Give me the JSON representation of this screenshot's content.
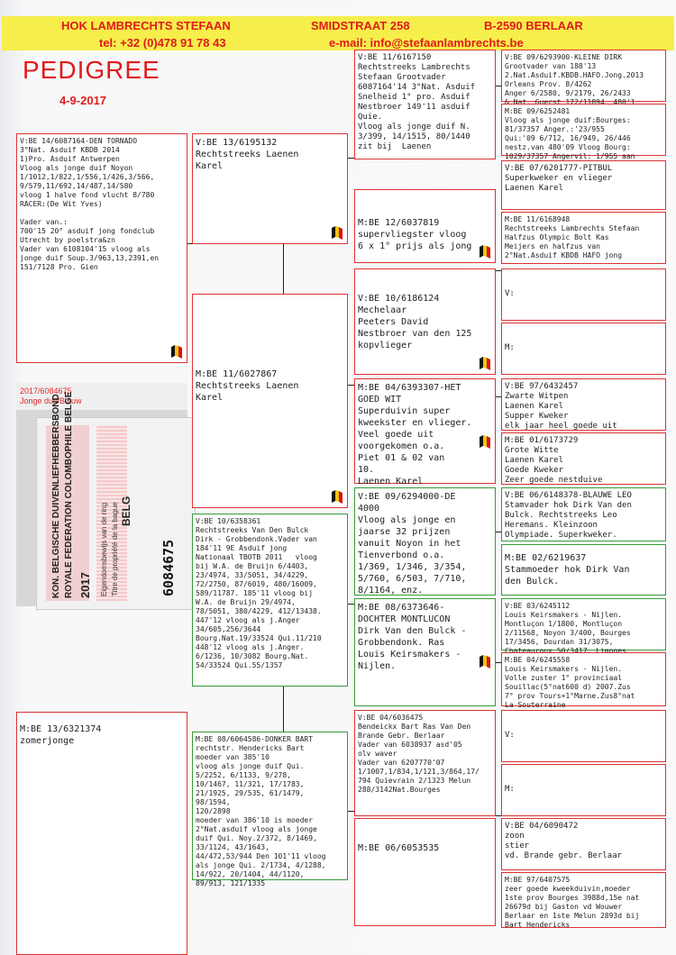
{
  "header": {
    "loft": "HOK LAMBRECHTS STEFAAN",
    "tel": "tel: +32 (0)478 91 78 43",
    "street": "SMIDSTRAAT 258",
    "city": "B-2590  BERLAAR",
    "email": "e-mail: info@stefaanlambrechts.be"
  },
  "title": "PEDIGREE",
  "date": "4-9-2017",
  "subject": {
    "text": "V:BE 14/6087164-DEN TORNADO\n3°Nat. Asduif KBDB 2014\n1)Pro. Asduif Antwerpen\nVloog als jonge duif Noyon\n1/1012,1/822,1/556,1/426,3/566,\n9/579,11/692,14/487,14/580\nvloog 1 halve fond vlucht 8/780\nRACER:(De Wit Yves)\n\nVader van.:\n700'15 20° asduif jong fondclub\nUtrecht by poelstra&zn\nVader van 6108104'15 vloog als\njonge duif Soup.3/963,13,2391,en\n151/7128 Pro. Gien"
  },
  "gen1": {
    "sire": "V:BE 13/6195132\nRechtstreeks Laenen\nKarel",
    "dam": "M:BE 13/6321374\nzomerjonge"
  },
  "gen2": {
    "ss": "M:BE 12/6037819\nsupervliegster vloog\n6 x 1° prijs als jong",
    "sd": "M:BE 11/6027867\nRechtstreeks Laenen\nKarel",
    "ds": "V:BE 10/6358361\nRechtstreeks Van Den Bulck\nDirk - Grobbendonk.Vader van\n184'11 9E Asduif jong\nNationaal TBOTB 2011   vloog\nbij W.A. de Bruijn 6/4403,\n23/4974, 33/5051, 34/4229,\n72/2750, 87/6019, 480/16009,\n589/11787. 185'11 vloog bij\nW.A. de Bruijn 29/4974,\n78/5051, 380/4229, 412/13438.\n447'12 vloog als j.Anger\n34/605,256/3644\nBourg.Nat.19/33524 Qui.11/210\n448'12 vloog als j.Anger.\n6/1236, 10/3082 Bourg.Nat.\n54/33524 Qui.55/1357",
    "dd": "M:BE 08/6064586-DONKER BART\nrechtstr. Hendericks Bart\nmoeder van 385'10\nvloog als jonge duif Qui.\n5/2252, 6/1133, 9/278,\n10/1467, 11/321, 17/1783,\n21/1925, 29/535, 61/1479,\n98/1594,\n120/2898\nmoeder van 386'10 is moeder\n2°Nat.asduif vloog als jonge\nduif Qui. Noy.2/372, 8/1469,\n33/1124, 43/1643,\n44/472,53/944 Den 101'11 vloog\nals jonge Qui. 2/1734, 4/1288,\n14/922, 20/1404, 44/1120,\n89/913, 121/1335"
  },
  "gen3": {
    "sss": "V:BE 11/6167150\nRechtstreeks Lambrechts\nStefaan Grootvader\n6087164'14 3°Nat. Asduif\nSnelheid 1° pro. Asduif\nNestbroer 149'11 asduif\nQuie.\nVloog als jonge duif N.\n3/399, 14/1515, 80/1440\nzit bij  Laenen",
    "ssd": "V:BE 10/6186124\nMechelaar\nPeeters David\nNestbroer van den 125\nkopvlieger",
    "sds": "M:BE 04/6393307-HET\nGOED WIT\nSuperduivin super\nkweekster en vlieger.\nVeel goede uit\nvoorgekomen o.a.\nPiet 01 & 02 van\n10.\nLaenen Karel",
    "sdd": "V:BE 09/6294000-DE\n4000\nVloog als jonge en\njaarse 32 prijzen\nvanuit Noyon in het\nTienverbond o.a.\n1/369, 1/346, 3/354,\n5/760, 6/503, 7/710,\n8/1164, enz.",
    "dss": "M:BE 08/6373646-\nDOCHTER MONTLUCON\nDirk Van den Bulck -\nGrobbendonk. Ras\nLouis Keirsmakers -\nNijlen.",
    "dsd": "V:BE 04/6036475\nBendeickx Bart Ras Van Den\nBrande Gebr. Berlaar\nVader van 6038937 asd'05\nolv waver\nVader van 6207770'07\n1/1007,1/834,1/121,3/864,17/\n794 Quievrain 2/1323 Melun\n288/3142Nat.Bourges",
    "dds": "M:BE 06/6053535"
  },
  "gen4": {
    "a": "V:BE 09/6293900-KLEINE DIRK\nGrootvader van 188'13\n2.Nat.Asduif.KBDB.HAFO.Jong.2013\nOrleans Prov. 8/4262\nAnger 6/2580, 9/2179, 26/2433\n& Nat. Guerst 172/11894, 480'1",
    "b": "M:BE 09/6252481\nVloog als jonge duif:Bourges:\n81/37357 Anger.:'23/955\nQui:'09 6/712, 16/949, 26/446\nnestz.van 480'09 Vloog Bourg:\n1029/37357 Angervil: 1/955 aan",
    "c": "V:BE 07/6201777-PITBUL\nSuperkweker en vlieger\nLaenen Karel",
    "d": "M:BE 11/6168948\nRechtstreeks Lambrechts Stefaan\nHalfzus Olympic Bolt Kas\nMeijers en halfzus van\n2°Nat.Asduif KBDB HAFO jong",
    "e": "V:",
    "f": "M:",
    "g": "V:BE 97/6432457\nZwarte Witpen\nLaenen Karel\nSupper Kweker\nelk jaar heel goede uit",
    "h": "M:BE 01/6173729\nGrote Witte\nLaenen Karel\nGoede Kweker\nZeer goede nestduive",
    "i": "V:BE 06/6148378-BLAUWE LEO\nStamvader hok Dirk Van den\nBulck. Rechtstreeks Leo\nHeremans. Kleinzoon\nOlympiade. Superkweker.",
    "j": "M:BE 02/6219637\nStammoeder hok Dirk Van\nden Bulck.",
    "k": "V:BE 03/6245112\nLouis Keirsmakers - Nijlen.\nMontluçon 1/1800, Montluçon\n2/11568, Noyon 3/400, Bourges\n17/3456, Dourdan 31/3075,\nChateauroux 50/3417, Limoges",
    "l": "M:BE 04/6245558\nLouis Keirsmakers - Nijlen.\nVolle zuster 1° provinciaal\nSouillac(5°nat600 d) 2007.Zus\n7° prov Tours+1°Marne.Zus8°nat\nLa Souterraine",
    "m": "V:",
    "n": "M:",
    "o": "V:BE 04/6090472\nzoon\nstier\nvd. Brande gebr. Berlaar",
    "p": "M:BE 97/6407575\nzeer goede kweekduivin,moeder\n1ste prov Bourges 3988d,15e nat\n26679d bij Gaston vd Wouwer\nBerlaar en 1ste Melun 2893d bij\nBart Hendericks"
  },
  "card": {
    "top": "2017/6084675\nJonge duif/Blauw",
    "federation1": "KON. BELGISCHE DUIVENLIEFHEBBERSBOND",
    "federation2": "ROYALE FEDERATION COLOMBOPHILE BELGE",
    "ownership1": "Eigendomsbewijs van de ring",
    "ownership2": "Titre de propriété de la bague",
    "ring_year": "2017",
    "ring_country": "BELG",
    "ring_number": "6084675"
  }
}
